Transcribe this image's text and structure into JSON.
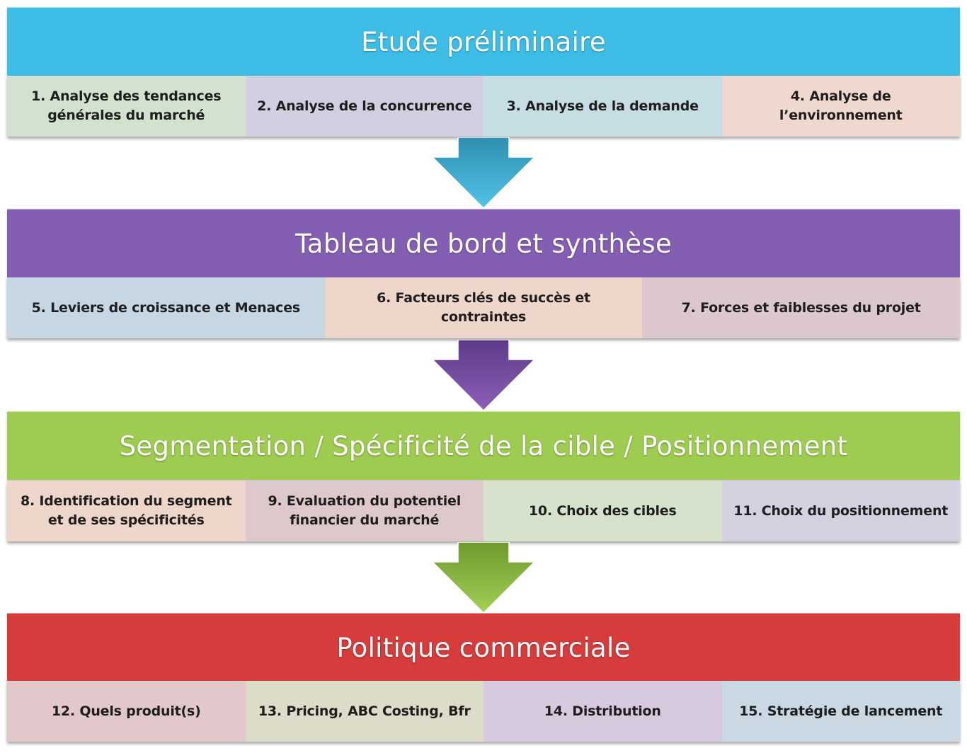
{
  "sections": [
    {
      "title": "Etude préliminaire",
      "color": "#3dbde6",
      "items": [
        {
          "label": "1. Analyse des tendances\ngénérales du marché",
          "color": "#d3e2cf"
        },
        {
          "label": "2. Analyse de la concurrence",
          "color": "#d2d0e0"
        },
        {
          "label": "3. Analyse de la demande",
          "color": "#c7dde4"
        },
        {
          "label": "4. Analyse de l’environnement",
          "color": "#efd8cd"
        }
      ]
    },
    {
      "title": "Tableau de bord et synthèse",
      "color": "#845eb3",
      "items": [
        {
          "label": "5. Leviers de croissance et Menaces",
          "color": "#c6d6e2"
        },
        {
          "label": "6. Facteurs clés de succès et contraintes",
          "color": "#efd6cb"
        },
        {
          "label": "7. Forces et faiblesses du projet",
          "color": "#dcc8cc"
        }
      ]
    },
    {
      "title": "Segmentation / Spécificité de la cible / Positionnement",
      "color": "#9dcc50",
      "items": [
        {
          "label": "8. Identification du segment\net de ses spécificités",
          "color": "#efd6ca"
        },
        {
          "label": "9. Evaluation du potentiel\nfinancier du marché",
          "color": "#ddc9cb"
        },
        {
          "label": "10. Choix des cibles",
          "color": "#d6e2cc"
        },
        {
          "label": "11. Choix du positionnement",
          "color": "#d4d2e0"
        }
      ]
    },
    {
      "title": "Politique commerciale",
      "color": "#d63c3c",
      "items": [
        {
          "label": "12. Quels produit(s)",
          "color": "#e2c8cb"
        },
        {
          "label": "13. Pricing, ABC Costing, Bfr",
          "color": "#dcdcc9"
        },
        {
          "label": "14. Distribution",
          "color": "#d7c9de"
        },
        {
          "label": "15. Stratégie de lancement",
          "color": "#c9d8e3"
        }
      ]
    }
  ],
  "arrows": [
    {
      "color": "#3aa6c8"
    },
    {
      "color": "#7a4fa8"
    },
    {
      "color": "#86b63e"
    }
  ]
}
